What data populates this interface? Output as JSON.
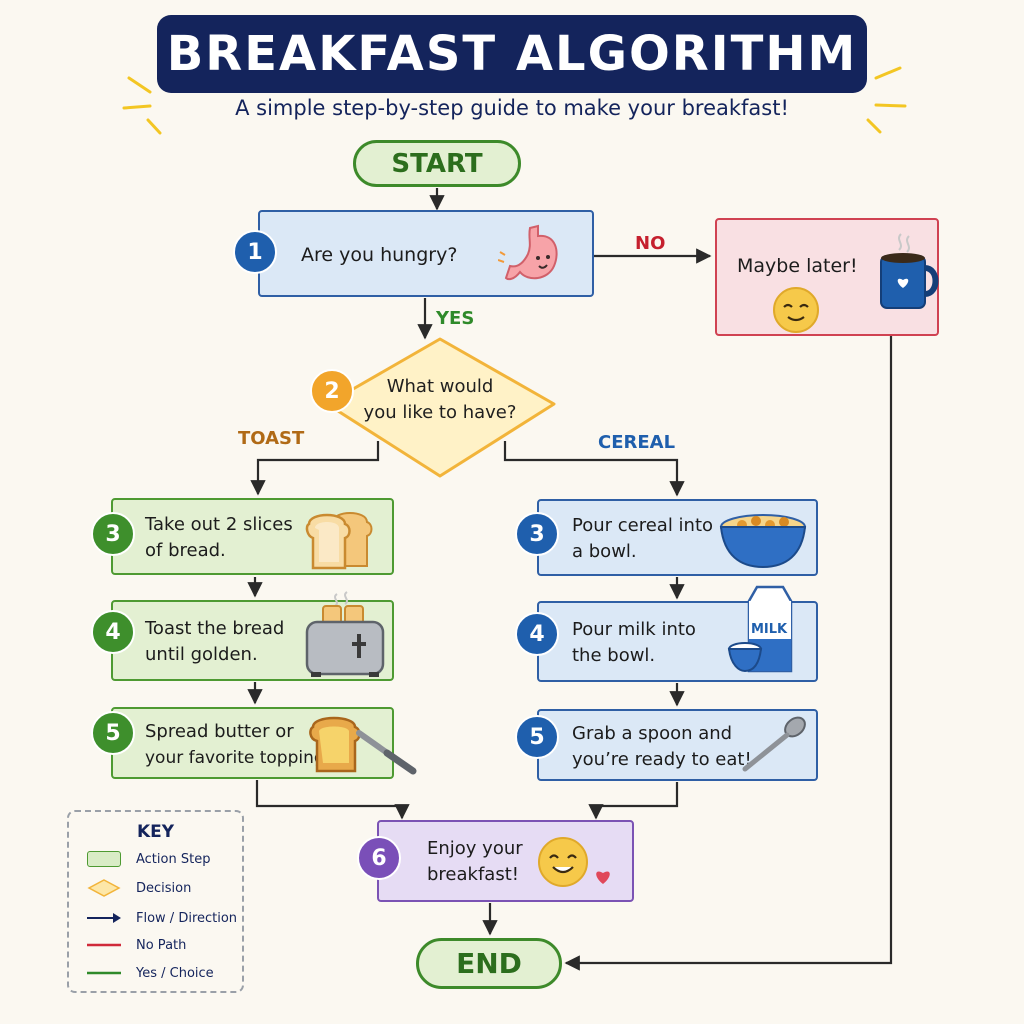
{
  "header": {
    "title": "BREAKFAST ALGORITHM",
    "subtitle": "A simple step-by-step guide to make your breakfast!"
  },
  "terminals": {
    "start": "START",
    "end": "END"
  },
  "steps": {
    "hungry": {
      "number": "1",
      "text": "Are you hungry?",
      "icon": "stomach-icon"
    },
    "maybe_later": {
      "text": "Maybe later!",
      "icon": "coffee-mug-icon"
    },
    "decision": {
      "number": "2",
      "line1": "What would",
      "line2": "you like to have?"
    },
    "toast": [
      {
        "number": "3",
        "line1": "Take out 2 slices",
        "line2": "of bread.",
        "icon": "bread-icon"
      },
      {
        "number": "4",
        "line1": "Toast the bread",
        "line2": "until golden.",
        "icon": "toaster-icon"
      },
      {
        "number": "5",
        "line1": "Spread butter or",
        "line2": "your favorite topping.",
        "icon": "buttered-toast-icon"
      }
    ],
    "cereal": [
      {
        "number": "3",
        "line1": "Pour cereal into",
        "line2": "a bowl.",
        "icon": "cereal-bowl-icon"
      },
      {
        "number": "4",
        "line1": "Pour milk into",
        "line2": "the bowl.",
        "icon": "milk-carton-icon"
      },
      {
        "number": "5",
        "line1": "Grab a spoon and",
        "line2": "you’re ready to eat!",
        "icon": "spoon-icon"
      }
    ],
    "enjoy": {
      "number": "6",
      "line1": "Enjoy your",
      "line2": "breakfast!",
      "icon": "smiley-icon"
    }
  },
  "branch_labels": {
    "yes": "YES",
    "no": "NO",
    "toast": "TOAST",
    "cereal": "CEREAL"
  },
  "key": {
    "title": "KEY",
    "items": [
      "Action Step",
      "Decision",
      "Flow / Direction",
      "No Path",
      "Yes / Choice"
    ]
  },
  "colors": {
    "navy": "#14245c",
    "action_green": "#4e9a32",
    "decision_yellow": "#f2b43a",
    "no_red": "#d04252",
    "cereal_blue": "#2f5fa5",
    "enjoy_purple": "#7b53b4"
  }
}
